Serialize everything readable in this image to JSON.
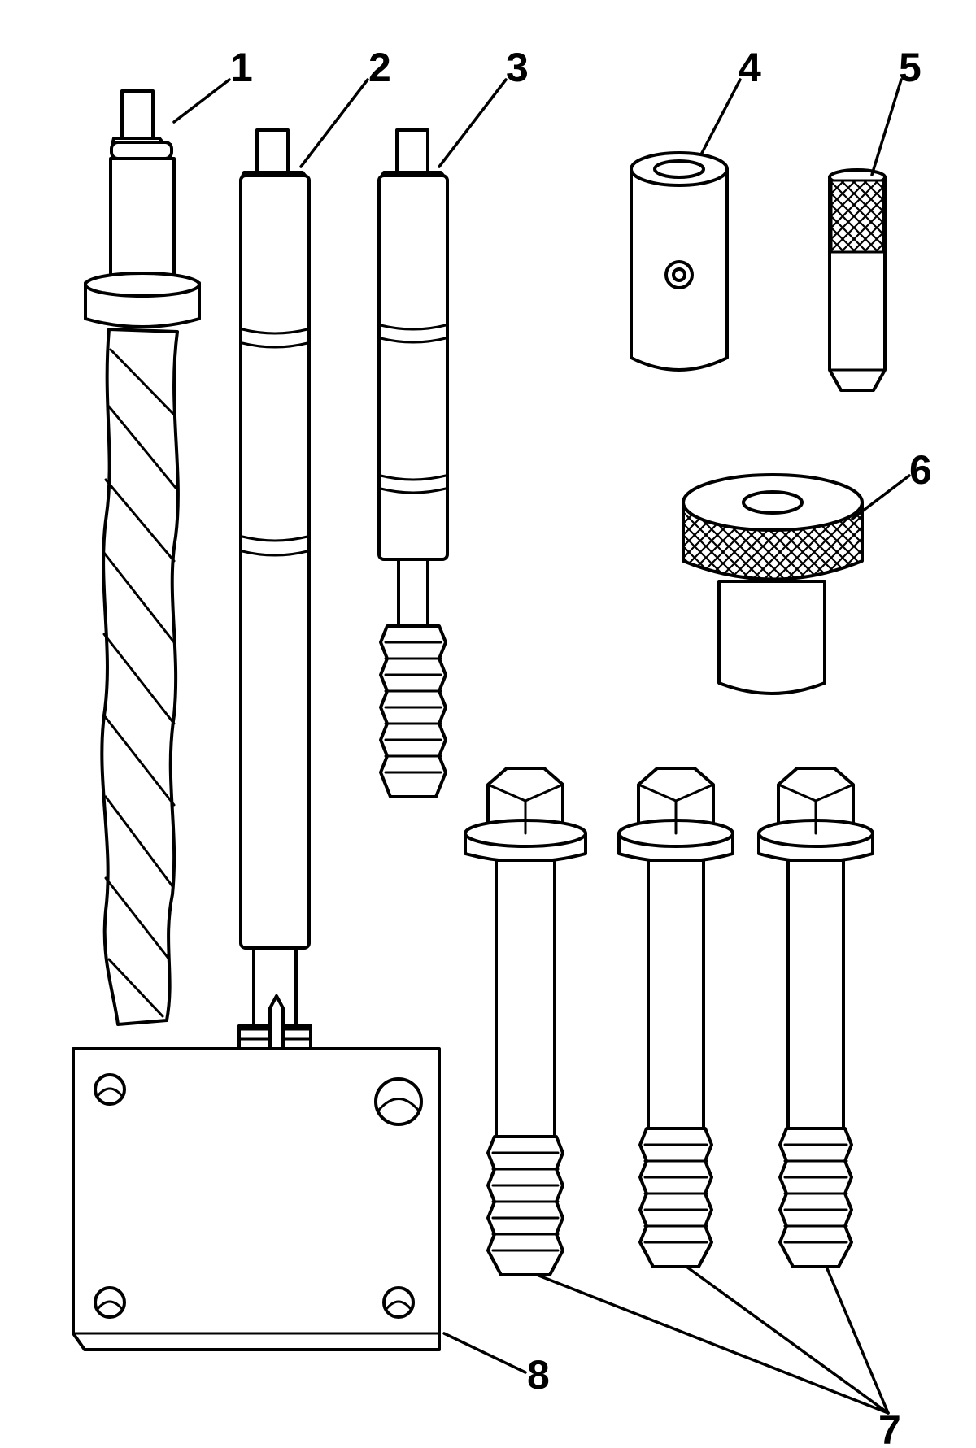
{
  "callouts": {
    "c1": "1",
    "c2": "2",
    "c3": "3",
    "c4": "4",
    "c5": "5",
    "c6": "6",
    "c7": "7",
    "c8": "8"
  },
  "style": {
    "line_color": "#000000",
    "background": "#ffffff"
  }
}
